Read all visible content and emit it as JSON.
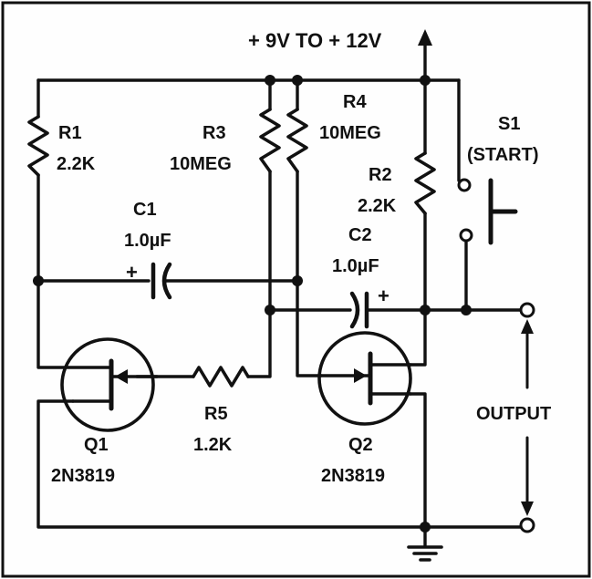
{
  "supply_label": "+ 9V TO + 12V",
  "components": {
    "r1": {
      "ref": "R1",
      "value": "2.2K"
    },
    "r2": {
      "ref": "R2",
      "value": "2.2K"
    },
    "r3": {
      "ref": "R3",
      "value": "10MEG"
    },
    "r4": {
      "ref": "R4",
      "value": "10MEG"
    },
    "r5": {
      "ref": "R5",
      "value": "1.2K"
    },
    "c1": {
      "ref": "C1",
      "value": "1.0µF",
      "polarity": "+"
    },
    "c2": {
      "ref": "C2",
      "value": "1.0µF",
      "polarity": "+"
    },
    "q1": {
      "ref": "Q1",
      "part": "2N3819"
    },
    "q2": {
      "ref": "Q2",
      "part": "2N3819"
    },
    "s1": {
      "ref": "S1",
      "note": "(START)"
    }
  },
  "output_label": "OUTPUT"
}
